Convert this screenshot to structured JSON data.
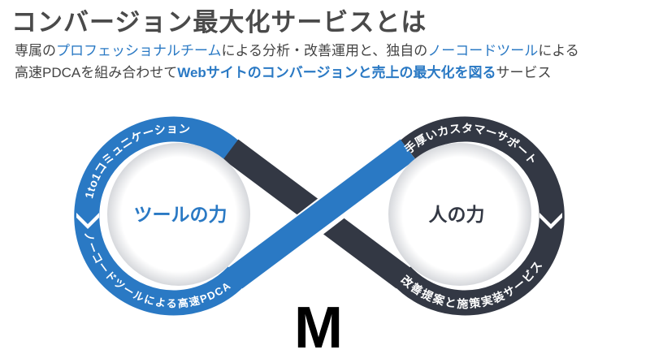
{
  "title": "コンバージョン最大化サービスとは",
  "description": {
    "line1": [
      {
        "text": "専属の",
        "style": "normal"
      },
      {
        "text": "プロフェッショナルチーム",
        "style": "highlight"
      },
      {
        "text": "による分析・改善運用と、独自の",
        "style": "normal"
      },
      {
        "text": "ノーコードツール",
        "style": "highlight"
      },
      {
        "text": "による",
        "style": "normal"
      }
    ],
    "line2": [
      {
        "text": "高速PDCAを組み合わせて",
        "style": "normal"
      },
      {
        "text": "Webサイトのコンバージョンと売上の最大化を図る",
        "style": "bold-highlight"
      },
      {
        "text": "サービス",
        "style": "normal"
      }
    ]
  },
  "diagram": {
    "left": {
      "label": "ツールの力",
      "top_arc": "1to1コミュニケーション",
      "bottom_arc": "ノーコードツールによる高速PDCA",
      "color": "#2a79c4"
    },
    "right": {
      "label": "人の力",
      "top_arc": "手厚いカスタマーサポート",
      "bottom_arc": "改善提案と施策実装サービス",
      "color": "#333844"
    },
    "logo": "M"
  }
}
